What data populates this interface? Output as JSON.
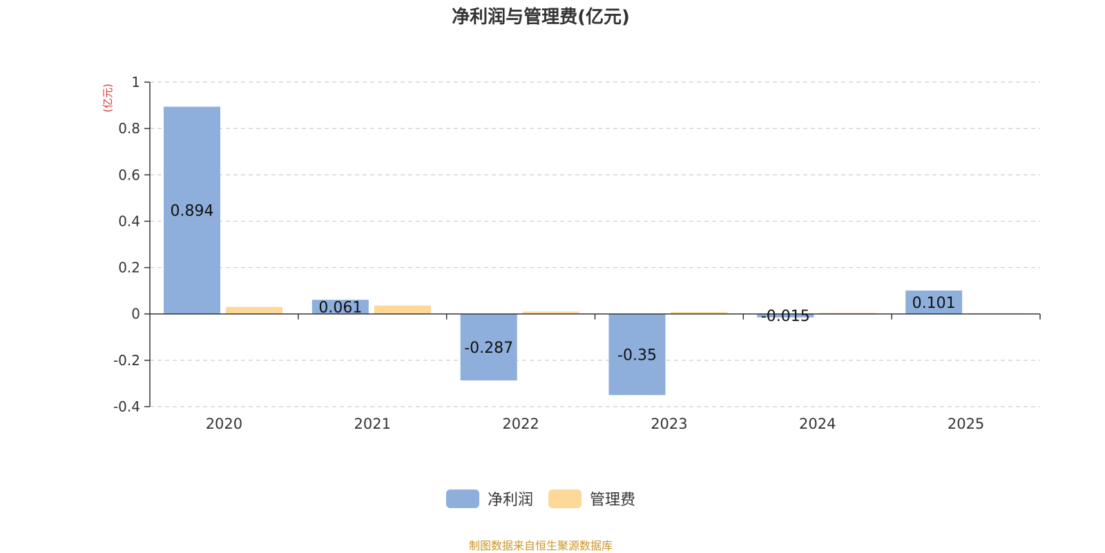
{
  "chart_data": {
    "type": "bar",
    "title": "净利润与管理费(亿元)",
    "ylabel": "(亿元)",
    "xlabel": "",
    "categories": [
      "2020",
      "2021",
      "2022",
      "2023",
      "2024",
      "2025"
    ],
    "series": [
      {
        "name": "净利润",
        "color": "#8eaedb",
        "values": [
          0.894,
          0.061,
          -0.287,
          -0.35,
          -0.015,
          0.101
        ],
        "data_labels": [
          "0.894",
          "0.061",
          "-0.287",
          "-0.35",
          "-0.015",
          "0.101"
        ]
      },
      {
        "name": "管理费",
        "color": "#fdd898",
        "values": [
          0.03,
          0.036,
          0.01,
          0.008,
          0.005,
          0.003
        ]
      }
    ],
    "ylim": [
      -0.4,
      1
    ],
    "yticks": [
      -0.4,
      -0.2,
      0,
      0.2,
      0.4,
      0.6,
      0.8,
      1
    ],
    "ytick_labels": [
      "-0.4",
      "-0.2",
      "0",
      "0.2",
      "0.4",
      "0.6",
      "0.8",
      "1"
    ],
    "grid": true,
    "legend_position": "bottom"
  },
  "source_note": "制图数据来自恒生聚源数据库",
  "colors": {
    "title": "#333333",
    "axis_unit": "#e03030",
    "grid": "#cccccc",
    "axis": "#333333",
    "source_note": "#c8962a"
  }
}
